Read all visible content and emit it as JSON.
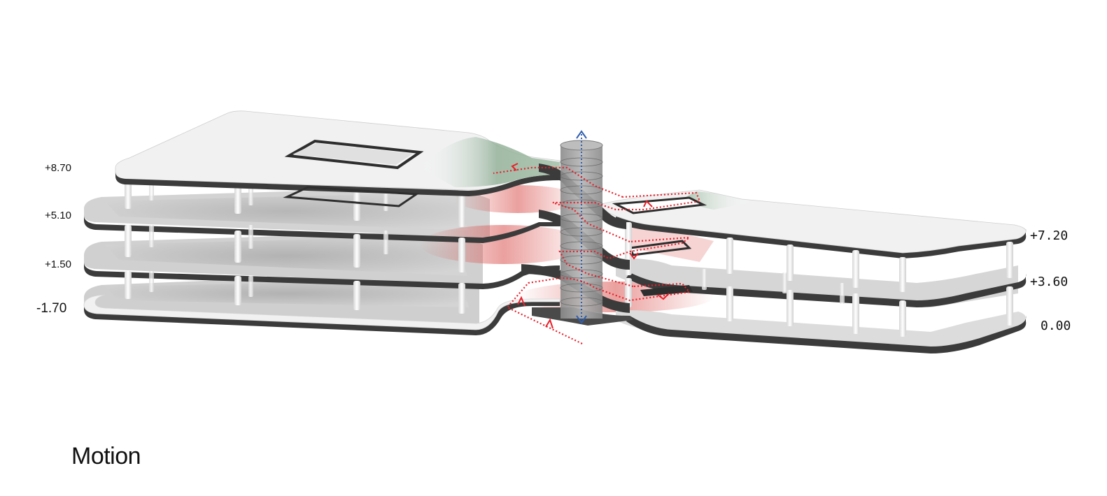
{
  "caption": "Motion",
  "left_levels": [
    "+8.70",
    "+5.10",
    "+1.50",
    "-1.70"
  ],
  "right_levels": [
    "+7.20",
    "+3.60",
    "0.00"
  ],
  "colors": {
    "slab_top": "#f1f1f2",
    "slab_edge": "#3a3a3a",
    "column": "#f4f4f4",
    "shadow": "#9a9a9a",
    "circulation_path": "#e8202a",
    "vertical_axis": "#2f5fb0",
    "green_ramp": "#7fa587",
    "red_ramp": "#d9534f",
    "core": "#8c8c8c"
  }
}
